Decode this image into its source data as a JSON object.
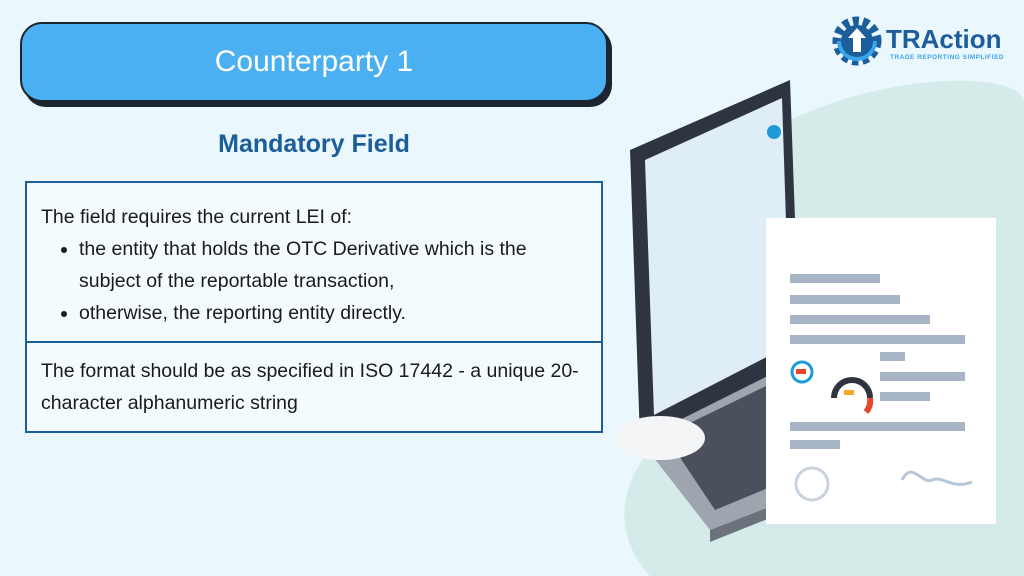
{
  "header": {
    "title": "Counterparty 1",
    "subtitle": "Mandatory Field"
  },
  "logo": {
    "name": "TRAction",
    "tagline": "TRADE REPORTING SIMPLIFIED"
  },
  "content": {
    "intro": "The field requires the current LEI of:",
    "bullets": [
      "the entity that holds the OTC Derivative which is the subject of the reportable transaction,",
      "otherwise, the reporting entity directly."
    ],
    "format_note": "The format should be as specified in ISO 17442 - a unique 20-character alphanumeric string"
  },
  "colors": {
    "accent": "#4ab0f2",
    "dark_blue": "#1c5e9c",
    "background": "#eaf7fd"
  }
}
